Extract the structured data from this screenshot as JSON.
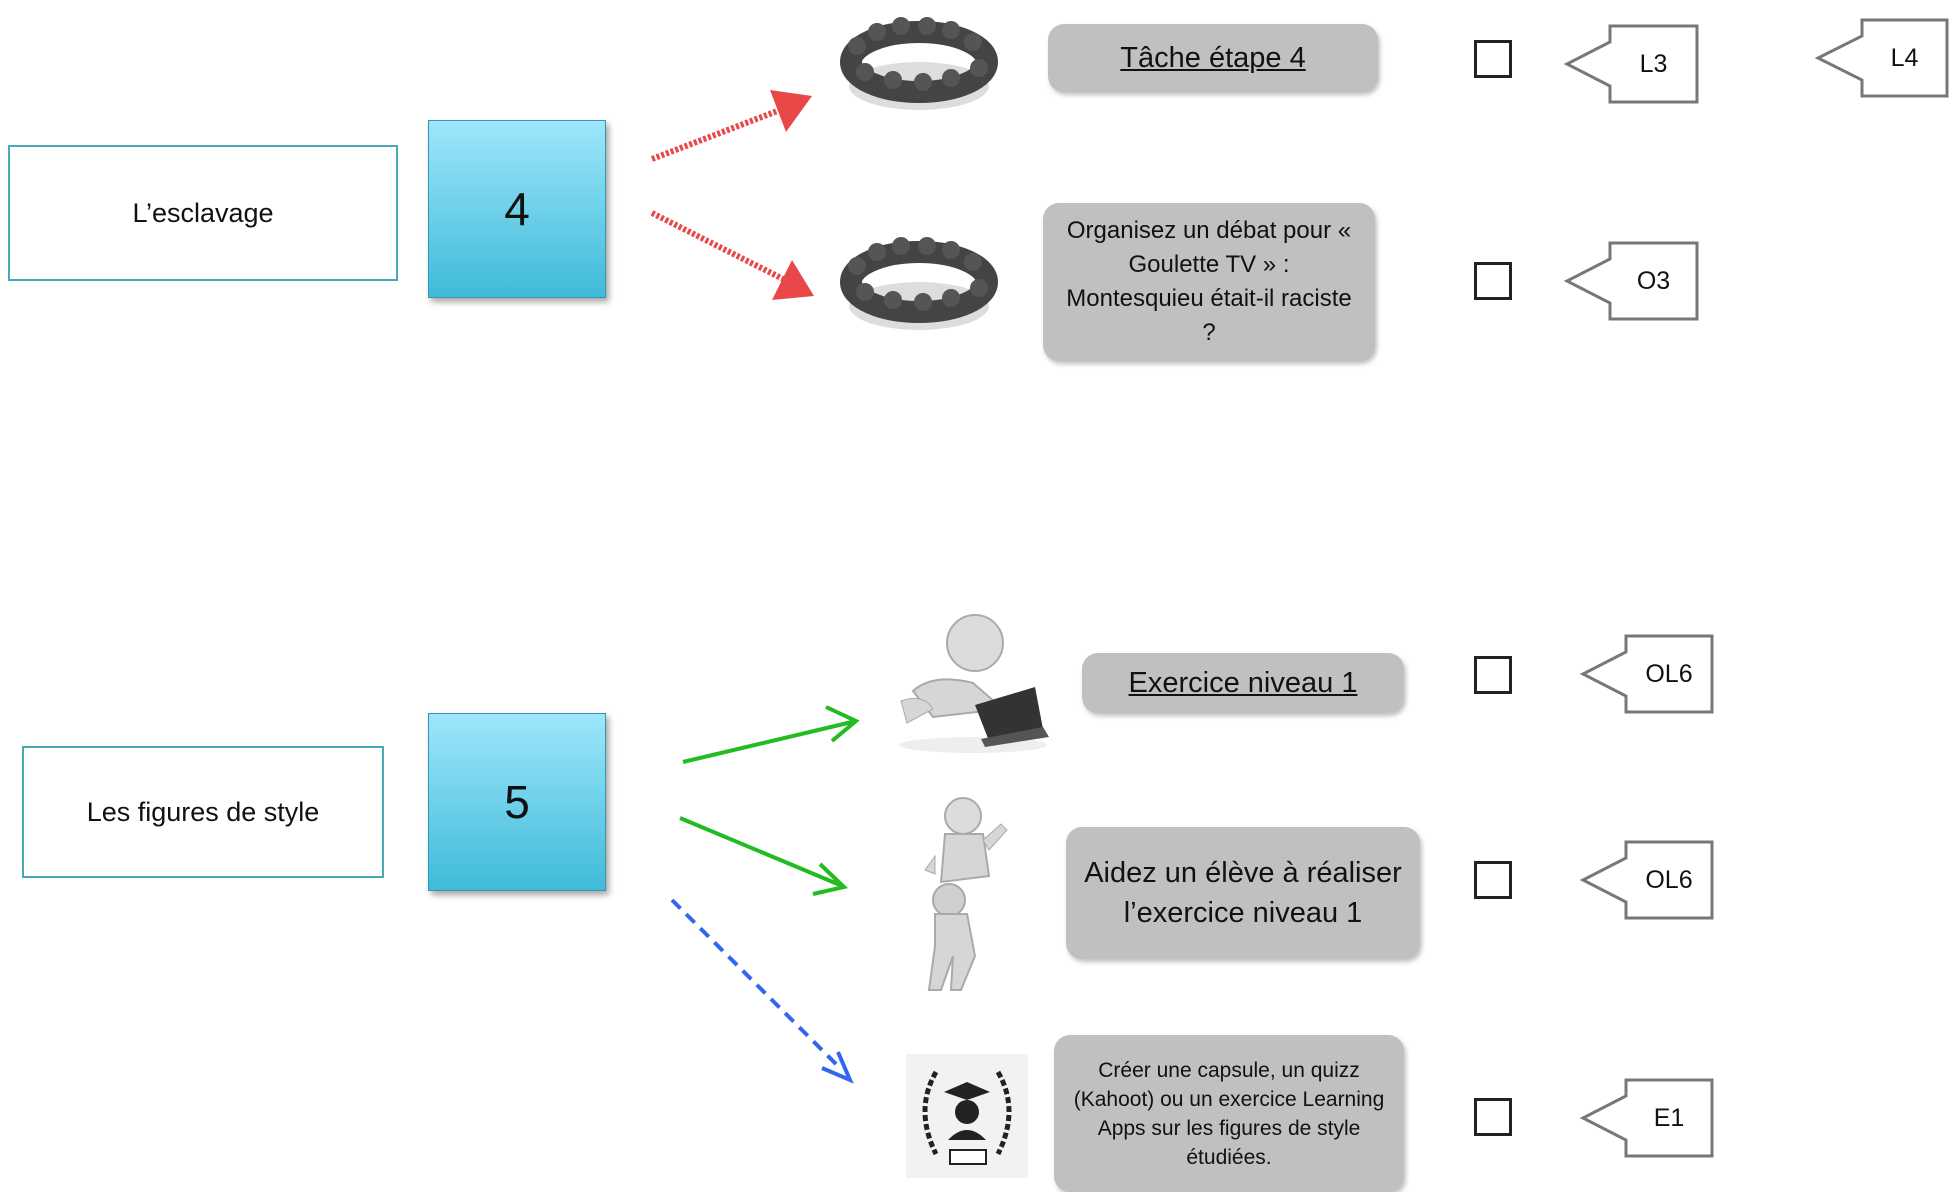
{
  "section4": {
    "topic": "L’esclavage",
    "number": "4",
    "tasks": [
      {
        "label": "Tâche étape 4",
        "tag": "L3",
        "extra_tag": "L4",
        "icon": "group-circle-icon"
      },
      {
        "label": "Organisez un débat pour « Goulette TV » : Montesquieu était-il raciste ?",
        "tag": "O3",
        "icon": "group-circle-icon"
      }
    ]
  },
  "section5": {
    "topic": "Les figures de style",
    "number": "5",
    "tasks": [
      {
        "label": "Exercice niveau 1",
        "tag": "OL6",
        "icon": "laptop-figure-icon"
      },
      {
        "label": "Aidez un élève à réaliser l’exercice niveau 1",
        "tag": "OL6",
        "icon": "helping-figure-icon"
      },
      {
        "label": "Créer une capsule, un quizz (Kahoot) ou un exercice Learning Apps sur les figures de style étudiées.",
        "tag": "E1",
        "icon": "graduate-laurel-icon"
      }
    ]
  },
  "colors": {
    "arrow_red": "#e84848",
    "arrow_green": "#22bb22",
    "arrow_blue": "#3366ee",
    "number_box": "#5ccde8",
    "task_box": "#c0c0c0"
  }
}
